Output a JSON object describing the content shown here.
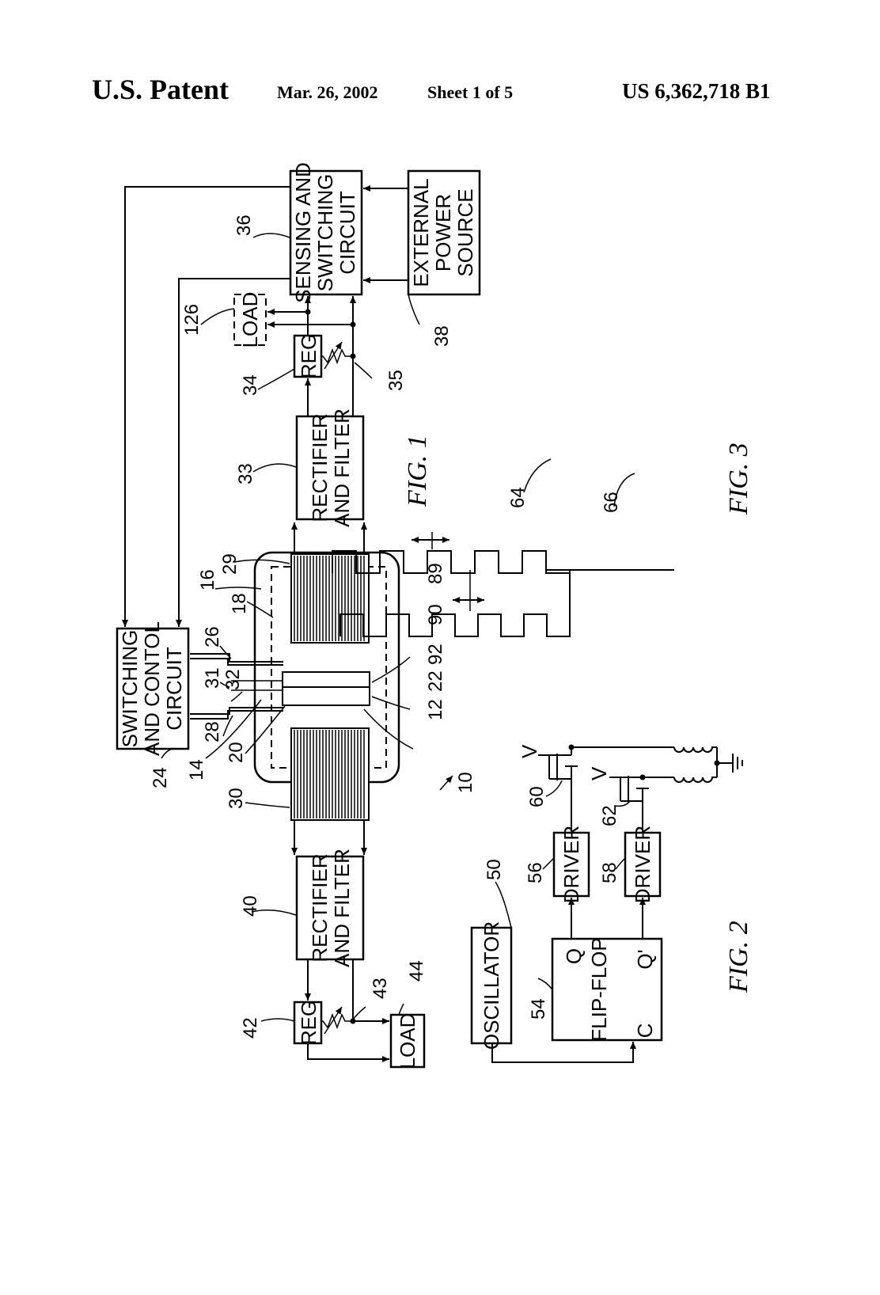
{
  "header": {
    "publisher": "U.S. Patent",
    "date": "Mar. 26, 2002",
    "sheet": "Sheet 1 of 5",
    "patent_number": "US 6,362,718 B1"
  },
  "fig1": {
    "caption": "FIG. 1",
    "blocks": {
      "switching_control": [
        "SWITCHING",
        "AND CONTOL",
        "CIRCUIT"
      ],
      "sensing_switching": [
        "SENSING AND",
        "SWITCHING",
        "CIRCUIT"
      ],
      "external_power": [
        "EXTERNAL",
        "POWER",
        "SOURCE"
      ],
      "rectifier_top": [
        "RECTIFIER",
        "AND FILTER"
      ],
      "rectifier_bottom": [
        "RECTIFIER",
        "AND FILTER"
      ],
      "reg_top": "REG",
      "reg_bottom": "REG",
      "load_top": "LOAD",
      "load_bottom": "LOAD"
    },
    "refs": {
      "r10": "10",
      "r12": "12",
      "r14": "14",
      "r16": "16",
      "r18": "18",
      "r20": "20",
      "r22": "22",
      "r24": "24",
      "r26": "26",
      "r28": "28",
      "r29": "29",
      "r30": "30",
      "r31": "31",
      "r32": "32",
      "r33": "33",
      "r34": "34",
      "r35": "35",
      "r36": "36",
      "r38": "38",
      "r40": "40",
      "r42": "42",
      "r43": "43",
      "r44": "44",
      "r89": "89",
      "r90": "90",
      "r92": "92",
      "r126": "126"
    }
  },
  "fig2": {
    "caption": "FIG. 2",
    "oscillator": "OSCILLATOR",
    "flipflop": "FLIP-FLOP",
    "ff_q": "Q",
    "ff_qbar": "Q'",
    "ff_c": "C",
    "driver_a": "DRIVER",
    "driver_b": "DRIVER",
    "v_a": "V",
    "v_b": "V",
    "refs": {
      "r50": "50",
      "r54": "54",
      "r56": "56",
      "r58": "58",
      "r60": "60",
      "r62": "62"
    }
  },
  "fig3": {
    "caption": "FIG. 3",
    "refs": {
      "r64": "64",
      "r66": "66"
    }
  }
}
